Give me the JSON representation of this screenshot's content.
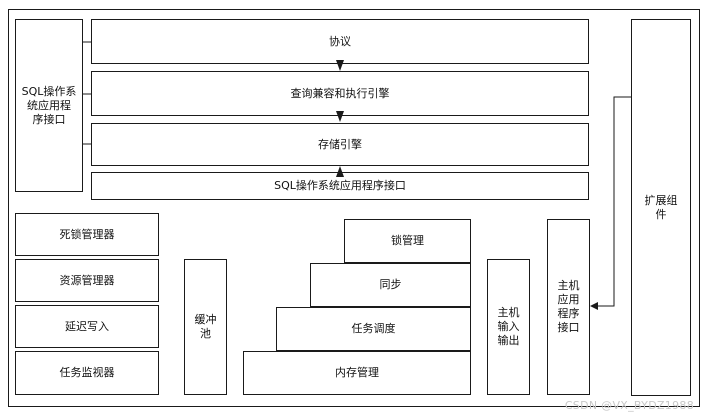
{
  "labels": {
    "protocol": "协议",
    "query_engine": "查询兼容和执行引擎",
    "storage_engine": "存储引擎",
    "sql_api_bar": "SQL操作系统应用程序接口",
    "sql_api_left": "SQL操作系\n统应用程\n序接口",
    "extension": "扩展组\n件",
    "deadlock_manager": "死锁管理器",
    "resource_manager": "资源管理器",
    "delayed_write": "延迟写入",
    "task_monitor": "任务监视器",
    "buffer_pool": "缓冲\n池",
    "lock_management": "锁管理",
    "synchronization": "同步",
    "task_scheduling": "任务调度",
    "memory_management": "内存管理",
    "host_io": "主机\n输入\n输出",
    "host_api": "主机\n应用\n程序\n接口"
  },
  "watermark": "CSDN @VX_BYDZ1988"
}
